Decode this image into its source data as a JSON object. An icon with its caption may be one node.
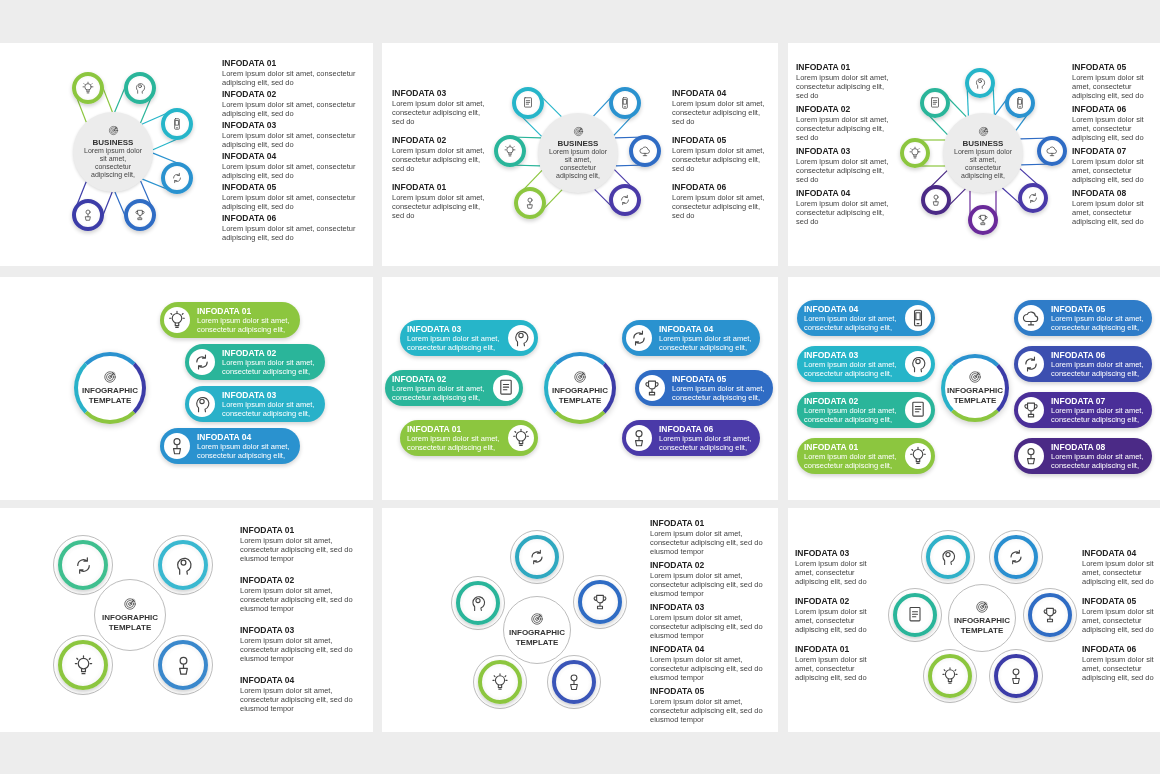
{
  "diagram": {
    "nodes": [
      {
        "text": [
          "BUSINESS",
          "Lorem ipsum dolor sit amet, consectetur adipiscing elit,"
        ]
      },
      {
        "text": [],
        "shape": "circle"
      },
      {
        "text": [],
        "shape": "circle"
      },
      {
        "text": [],
        "shape": "circle"
      },
      {
        "text": [],
        "shape": "circle"
      },
      {
        "text": [],
        "shape": "circle"
      },
      {
        "text": [],
        "shape": "circle"
      },
      {
        "text": [
          "BUSINESS",
          "Lorem ipsum dolor sit amet, consectetur adipiscing elit,"
        ]
      },
      {
        "text": [],
        "shape": "circle"
      },
      {
        "text": [],
        "shape": "circle"
      },
      {
        "text": [],
        "shape": "circle"
      },
      {
        "text": [],
        "shape": "circle"
      },
      {
        "text": [],
        "shape": "circle"
      },
      {
        "text": [],
        "shape": "circle"
      },
      {
        "text": [
          "BUSINESS",
          "Lorem ipsum dolor sit amet, consectetur adipiscing elit,"
        ]
      },
      {
        "text": [],
        "shape": "circle"
      },
      {
        "text": [],
        "shape": "circle"
      },
      {
        "text": [],
        "shape": "circle"
      },
      {
        "text": [],
        "shape": "circle"
      },
      {
        "text": [],
        "shape": "circle"
      },
      {
        "text": [],
        "shape": "circle"
      },
      {
        "text": [],
        "shape": "circle"
      },
      {
        "text": [],
        "shape": "circle"
      },
      {
        "text": [
          "INFOGRAPHIC TEMPLATE"
        ]
      },
      {
        "text": [
          "INFODATA 01",
          "Lorem ipsum dolor sit amet, consectetur adipiscing elit,"
        ]
      },
      {
        "text": [
          "INFODATA 02",
          "Lorem ipsum dolor sit amet, consectetur adipiscing elit,"
        ]
      },
      {
        "text": [
          "INFODATA 03",
          "Lorem ipsum dolor sit amet, consectetur adipiscing elit,"
        ]
      },
      {
        "text": [
          "INFODATA 04",
          "Lorem ipsum dolor sit amet, consectetur adipiscing elit,"
        ]
      },
      {
        "text": [
          "INFOGRAPHIC TEMPLATE"
        ]
      },
      {
        "text": [
          "INFODATA 03",
          "Lorem ipsum dolor sit amet, consectetur adipiscing elit,"
        ]
      },
      {
        "text": [
          "INFODATA 02",
          "Lorem ipsum dolor sit amet, consectetur adipiscing elit,"
        ]
      },
      {
        "text": [
          "INFODATA 01",
          "Lorem ipsum dolor sit amet, consectetur adipiscing elit,"
        ]
      },
      {
        "text": [
          "INFODATA 04",
          "Lorem ipsum dolor sit amet, consectetur adipiscing elit,"
        ]
      },
      {
        "text": [
          "INFODATA 05",
          "Lorem ipsum dolor sit amet, consectetur adipiscing elit,"
        ]
      },
      {
        "text": [
          "INFODATA 06",
          "Lorem ipsum dolor sit amet, consectetur adipiscing elit,"
        ]
      },
      {
        "text": [
          "INFOGRAPHIC TEMPLATE"
        ]
      },
      {
        "text": [
          "INFODATA 04",
          "Lorem ipsum dolor sit amet, consectetur adipiscing elit,"
        ]
      },
      {
        "text": [
          "INFODATA 03",
          "Lorem ipsum dolor sit amet, consectetur adipiscing elit,"
        ]
      },
      {
        "text": [
          "INFODATA 02",
          "Lorem ipsum dolor sit amet, consectetur adipiscing elit,"
        ]
      },
      {
        "text": [
          "INFODATA 01",
          "Lorem ipsum dolor sit amet, consectetur adipiscing elit,"
        ]
      },
      {
        "text": [
          "INFODATA 05",
          "Lorem ipsum dolor sit amet, consectetur adipiscing elit,"
        ]
      },
      {
        "text": [
          "INFODATA 06",
          "Lorem ipsum dolor sit amet, consectetur adipiscing elit,"
        ]
      },
      {
        "text": [
          "INFODATA 07",
          "Lorem ipsum dolor sit amet, consectetur adipiscing elit,"
        ]
      },
      {
        "text": [
          "INFODATA 08",
          "Lorem ipsum dolor sit amet, consectetur adipiscing elit,"
        ]
      },
      {
        "text": [
          "INFOGRAPHIC TEMPLATE"
        ]
      },
      {
        "text": [],
        "shape": "circle"
      },
      {
        "text": [],
        "shape": "circle"
      },
      {
        "text": [],
        "shape": "circle"
      },
      {
        "text": [],
        "shape": "circle"
      },
      {
        "text": [
          "INFOGRAPHIC TEMPLATE"
        ]
      },
      {
        "text": [],
        "shape": "circle"
      },
      {
        "text": [],
        "shape": "circle"
      },
      {
        "text": [],
        "shape": "circle"
      },
      {
        "text": [],
        "shape": "circle"
      },
      {
        "text": [],
        "shape": "circle"
      },
      {
        "text": [
          "INFOGRAPHIC TEMPLATE"
        ]
      },
      {
        "text": [],
        "shape": "circle"
      },
      {
        "text": [],
        "shape": "circle"
      },
      {
        "text": [],
        "shape": "circle"
      },
      {
        "text": [],
        "shape": "circle"
      },
      {
        "text": [],
        "shape": "circle"
      },
      {
        "text": [],
        "shape": "circle"
      }
    ],
    "edges": [
      {
        "from": 1,
        "to": 0,
        "arrow": "none",
        "color": "#8cc63f"
      },
      {
        "from": 1,
        "to": 0,
        "arrow": "none",
        "color": "#8cc63f"
      },
      {
        "from": 2,
        "to": 0,
        "arrow": "none",
        "color": "#2ab59a"
      },
      {
        "from": 2,
        "to": 0,
        "arrow": "none",
        "color": "#2ab59a"
      },
      {
        "from": 3,
        "to": 0,
        "arrow": "none",
        "color": "#26b5c9"
      },
      {
        "from": 3,
        "to": 0,
        "arrow": "none",
        "color": "#26b5c9"
      },
      {
        "from": 4,
        "to": 0,
        "arrow": "none",
        "color": "#2a92cf"
      },
      {
        "from": 4,
        "to": 0,
        "arrow": "none",
        "color": "#2a92cf"
      },
      {
        "from": 5,
        "to": 0,
        "arrow": "none",
        "color": "#3c3ca8"
      },
      {
        "from": 5,
        "to": 0,
        "arrow": "none",
        "color": "#3c3ca8"
      },
      {
        "from": 6,
        "to": 0,
        "arrow": "none",
        "color": "#2f6cc4"
      },
      {
        "from": 6,
        "to": 0,
        "arrow": "none",
        "color": "#2f6cc4"
      },
      {
        "from": 8,
        "to": 7,
        "arrow": "none",
        "color": "#26b5c9"
      },
      {
        "from": 8,
        "to": 7,
        "arrow": "none",
        "color": "#26b5c9"
      },
      {
        "from": 9,
        "to": 7,
        "arrow": "none",
        "color": "#2a92cf"
      },
      {
        "from": 9,
        "to": 7,
        "arrow": "none",
        "color": "#2a92cf"
      },
      {
        "from": 10,
        "to": 7,
        "arrow": "none",
        "color": "#2ab59a"
      },
      {
        "from": 10,
        "to": 7,
        "arrow": "none",
        "color": "#2ab59a"
      },
      {
        "from": 11,
        "to": 7,
        "arrow": "none",
        "color": "#2f6cc4"
      },
      {
        "from": 11,
        "to": 7,
        "arrow": "none",
        "color": "#2f6cc4"
      },
      {
        "from": 12,
        "to": 7,
        "arrow": "none",
        "color": "#8cc63f"
      },
      {
        "from": 12,
        "to": 7,
        "arrow": "none",
        "color": "#8cc63f"
      },
      {
        "from": 13,
        "to": 7,
        "arrow": "none",
        "color": "#4a3aa8"
      },
      {
        "from": 13,
        "to": 7,
        "arrow": "none",
        "color": "#4a3aa8"
      },
      {
        "from": 15,
        "to": 14,
        "arrow": "none",
        "color": "#26b5c9"
      },
      {
        "from": 15,
        "to": 14,
        "arrow": "none",
        "color": "#26b5c9"
      },
      {
        "from": 16,
        "to": 14,
        "arrow": "none",
        "color": "#2ab59a"
      },
      {
        "from": 16,
        "to": 14,
        "arrow": "none",
        "color": "#2ab59a"
      },
      {
        "from": 17,
        "to": 14,
        "arrow": "none",
        "color": "#2a92cf"
      },
      {
        "from": 17,
        "to": 14,
        "arrow": "none",
        "color": "#2a92cf"
      },
      {
        "from": 18,
        "to": 14,
        "arrow": "none",
        "color": "#8cc63f"
      },
      {
        "from": 18,
        "to": 14,
        "arrow": "none",
        "color": "#8cc63f"
      },
      {
        "from": 19,
        "to": 14,
        "arrow": "none",
        "color": "#2f6cc4"
      },
      {
        "from": 19,
        "to": 14,
        "arrow": "none",
        "color": "#2f6cc4"
      },
      {
        "from": 20,
        "to": 14,
        "arrow": "none",
        "color": "#4b2a86"
      },
      {
        "from": 20,
        "to": 14,
        "arrow": "none",
        "color": "#4b2a86"
      },
      {
        "from": 21,
        "to": 14,
        "arrow": "none",
        "color": "#4a3aa8"
      },
      {
        "from": 21,
        "to": 14,
        "arrow": "none",
        "color": "#4a3aa8"
      },
      {
        "from": 22,
        "to": 14,
        "arrow": "none",
        "color": "#6a2a9a"
      },
      {
        "from": 22,
        "to": 14,
        "arrow": "none",
        "color": "#6a2a9a"
      }
    ],
    "labels": [
      "INFODATA 01",
      "Lorem ipsum dolor sit amet, consectetur adipiscing elit, sed do",
      "INFODATA 02",
      "Lorem ipsum dolor sit amet, consectetur adipiscing elit, sed do",
      "INFODATA 03",
      "Lorem ipsum dolor sit amet, consectetur adipiscing elit, sed do",
      "INFODATA 04",
      "Lorem ipsum dolor sit amet, consectetur adipiscing elit, sed do",
      "INFODATA 05",
      "Lorem ipsum dolor sit amet, consectetur adipiscing elit, sed do",
      "INFODATA 06",
      "Lorem ipsum dolor sit amet, consectetur adipiscing elit, sed do",
      "INFODATA 03",
      "Lorem ipsum dolor sit amet, consectetur adipiscing elit, sed do",
      "INFODATA 02",
      "Lorem ipsum dolor sit amet, consectetur adipiscing elit, sed do",
      "INFODATA 01",
      "Lorem ipsum dolor sit amet, consectetur adipiscing elit, sed do",
      "INFODATA 04",
      "Lorem ipsum dolor sit amet, consectetur adipiscing elit, sed do",
      "INFODATA 05",
      "Lorem ipsum dolor sit amet, consectetur adipiscing elit, sed do",
      "INFODATA 06",
      "Lorem ipsum dolor sit amet, consectetur adipiscing elit, sed do",
      "INFODATA 01",
      "Lorem ipsum dolor sit amet, consectetur adipiscing elit, sed do",
      "INFODATA 02",
      "Lorem ipsum dolor sit amet, consectetur adipiscing elit, sed do",
      "INFODATA 03",
      "Lorem ipsum dolor sit amet, consectetur adipiscing elit, sed do",
      "INFODATA 04",
      "Lorem ipsum dolor sit amet, consectetur adipiscing elit, sed do",
      "INFODATA 05",
      "Lorem ipsum dolor sit amet, consectetur adipiscing elit, sed do",
      "INFODATA 06",
      "Lorem ipsum dolor sit amet, consectetur adipiscing elit, sed do",
      "INFODATA 07",
      "Lorem ipsum dolor sit amet, consectetur adipiscing elit, sed do",
      "INFODATA 08",
      "Lorem ipsum dolor sit amet, consectetur adipiscing elit, sed do",
      "INFODATA 01",
      "Lorem ipsum dolor sit amet, consectetur adipiscing elit, sed do eiusmod tempor",
      "INFODATA 02",
      "Lorem ipsum dolor sit amet, consectetur adipiscing elit, sed do eiusmod tempor",
      "INFODATA 03",
      "Lorem ipsum dolor sit amet, consectetur adipiscing elit, sed do eiusmod tempor",
      "INFODATA 04",
      "Lorem ipsum dolor sit amet, consectetur adipiscing elit, sed do eiusmod tempor",
      "INFODATA 01",
      "Lorem ipsum dolor sit amet, consectetur adipiscing elit, sed do eiusmod tempor",
      "INFODATA 02",
      "Lorem ipsum dolor sit amet, consectetur adipiscing elit, sed do eiusmod tempor",
      "INFODATA 03",
      "Lorem ipsum dolor sit amet, consectetur adipiscing elit, sed do eiusmod tempor",
      "INFODATA 04",
      "Lorem ipsum dolor sit amet, consectetur adipiscing elit, sed do eiusmod tempor",
      "INFODATA 05",
      "Lorem ipsum dolor sit amet, consectetur adipiscing elit, sed do eiusmod tempor",
      "INFODATA 03",
      "Lorem ipsum dolor sit amet, consectetur adipiscing elit, sed do",
      "INFODATA 02",
      "Lorem ipsum dolor sit amet, consectetur adipiscing elit, sed do",
      "INFODATA 01",
      "Lorem ipsum dolor sit amet, consectetur adipiscing elit, sed do",
      "INFODATA 04",
      "Lorem ipsum dolor sit amet, consectetur adipiscing elit, sed do",
      "INFODATA 05",
      "Lorem ipsum dolor sit amet, consectetur adipiscing elit, sed do",
      "INFODATA 06",
      "Lorem ipsum dolor sit amet, consectetur adipiscing elit, sed do"
    ]
  }
}
